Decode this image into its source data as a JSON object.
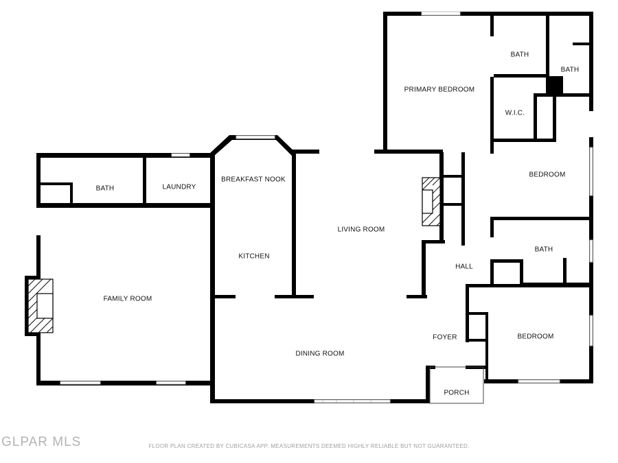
{
  "rooms": {
    "primary_bedroom": "PRIMARY BEDROOM",
    "bath_primary_1": "BATH",
    "bath_primary_2": "BATH",
    "wic": "W.I.C.",
    "bedroom_1": "BEDROOM",
    "bath_hall": "BATH",
    "bedroom_2": "BEDROOM",
    "bath_west": "BATH",
    "laundry": "LAUNDRY",
    "breakfast_nook": "BREAKFAST NOOK",
    "kitchen": "KITCHEN",
    "living_room": "LIVING ROOM",
    "family_room": "FAMILY ROOM",
    "hall": "HALL",
    "foyer": "FOYER",
    "dining_room": "DINING ROOM",
    "porch": "PORCH"
  },
  "footer": {
    "logo": "GLPAR MLS",
    "disclaimer": "FLOOR PLAN CREATED BY CUBICASA APP. MEASUREMENTS DEEMED HIGHLY RELIABLE BUT NOT GUARANTEED."
  },
  "colors": {
    "wall": "#000000",
    "window": "#bdbdbd",
    "footer_text": "#9e9e9e"
  }
}
